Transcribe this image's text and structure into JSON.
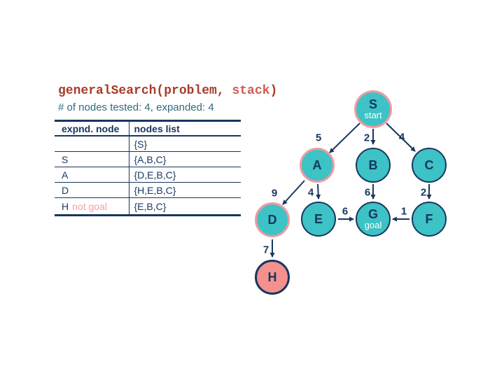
{
  "slide": {
    "title": {
      "prefix": "generalSearch(problem, ",
      "emphasis": "stack",
      "suffix": ")"
    },
    "subtitle": "# of nodes tested: 4, expanded: 4"
  },
  "table": {
    "headers": [
      "expnd. node",
      "nodes list"
    ],
    "rows": [
      {
        "node": "",
        "note": "",
        "list": "{S}"
      },
      {
        "node": "S",
        "note": "",
        "list": "{A,B,C}"
      },
      {
        "node": "A",
        "note": "",
        "list": "{D,E,B,C}"
      },
      {
        "node": "D",
        "note": "",
        "list": "{H,E,B,C}"
      },
      {
        "node": "H",
        "note": "not goal",
        "list": "{E,B,C}"
      }
    ]
  },
  "graph": {
    "nodes": [
      {
        "id": "S",
        "label": "S",
        "sublabel": "start",
        "state": "expanded"
      },
      {
        "id": "A",
        "label": "A",
        "state": "expanded"
      },
      {
        "id": "B",
        "label": "B",
        "state": "frontier"
      },
      {
        "id": "C",
        "label": "C",
        "state": "frontier"
      },
      {
        "id": "D",
        "label": "D",
        "state": "expanded"
      },
      {
        "id": "E",
        "label": "E",
        "state": "frontier"
      },
      {
        "id": "G",
        "label": "G",
        "sublabel": "goal",
        "state": "frontier"
      },
      {
        "id": "F",
        "label": "F",
        "state": "frontier"
      },
      {
        "id": "H",
        "label": "H",
        "state": "not-goal"
      }
    ],
    "edges": [
      {
        "from": "S",
        "to": "A",
        "cost": "5"
      },
      {
        "from": "S",
        "to": "B",
        "cost": "2"
      },
      {
        "from": "S",
        "to": "C",
        "cost": "4"
      },
      {
        "from": "A",
        "to": "D",
        "cost": "9"
      },
      {
        "from": "A",
        "to": "E",
        "cost": "4"
      },
      {
        "from": "B",
        "to": "G",
        "cost": "6"
      },
      {
        "from": "C",
        "to": "F",
        "cost": "2"
      },
      {
        "from": "E",
        "to": "G",
        "cost": "6"
      },
      {
        "from": "F",
        "to": "G",
        "cost": "1"
      },
      {
        "from": "D",
        "to": "H",
        "cost": "7"
      }
    ]
  },
  "colors": {
    "title_dark_red": "#a93b29",
    "title_light_red": "#d05c54",
    "subtitle_teal": "#2f6c80",
    "navy": "#17375e",
    "node_teal": "#3dc2c6",
    "expanded_pink_border": "#ef9ba0",
    "dead_node_pink": "#f4918f",
    "not_goal_text": "#ee9fa8",
    "background": "#ffffff"
  }
}
